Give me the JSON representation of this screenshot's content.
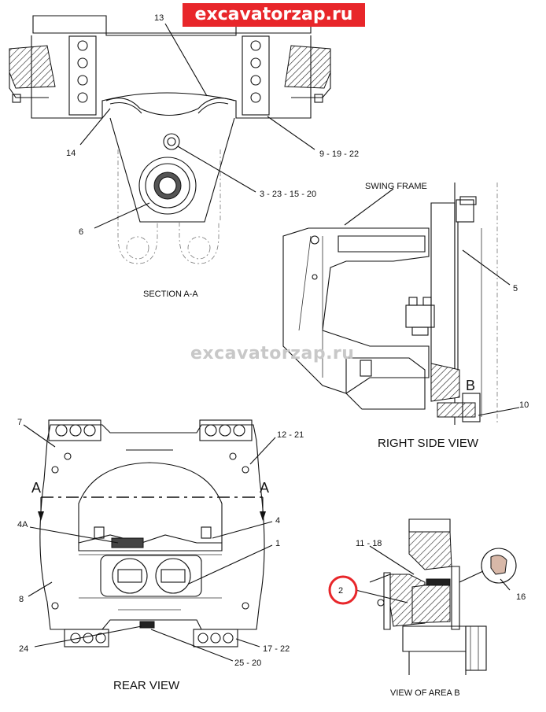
{
  "banner": "excavatorzap.ru",
  "watermark": "excavatorzap.ru",
  "captions": {
    "section_aa": "SECTION A-A",
    "right_side": "RIGHT SIDE VIEW",
    "rear": "REAR VIEW",
    "area_b": "VIEW OF AREA B",
    "swing_frame": "SWING FRAME"
  },
  "callouts": {
    "c13": "13",
    "c14": "14",
    "c9_19_22": "9 - 19 - 22",
    "c3_23_15_20": "3 - 23 - 15 - 20",
    "c6": "6",
    "c5": "5",
    "c10": "10",
    "cB": "B",
    "c7": "7",
    "c12_21": "12 - 21",
    "cA_left": "A",
    "cA_right": "A",
    "c4A": "4A",
    "c4": "4",
    "c1": "1",
    "c8": "8",
    "c24": "24",
    "c17_22": "17 - 22",
    "c25_20": "25 - 20",
    "c11_18": "11 - 18",
    "c2": "2",
    "c16": "16"
  },
  "colors": {
    "banner_bg": "#e8262a",
    "highlight_ring": "#e8262a"
  }
}
